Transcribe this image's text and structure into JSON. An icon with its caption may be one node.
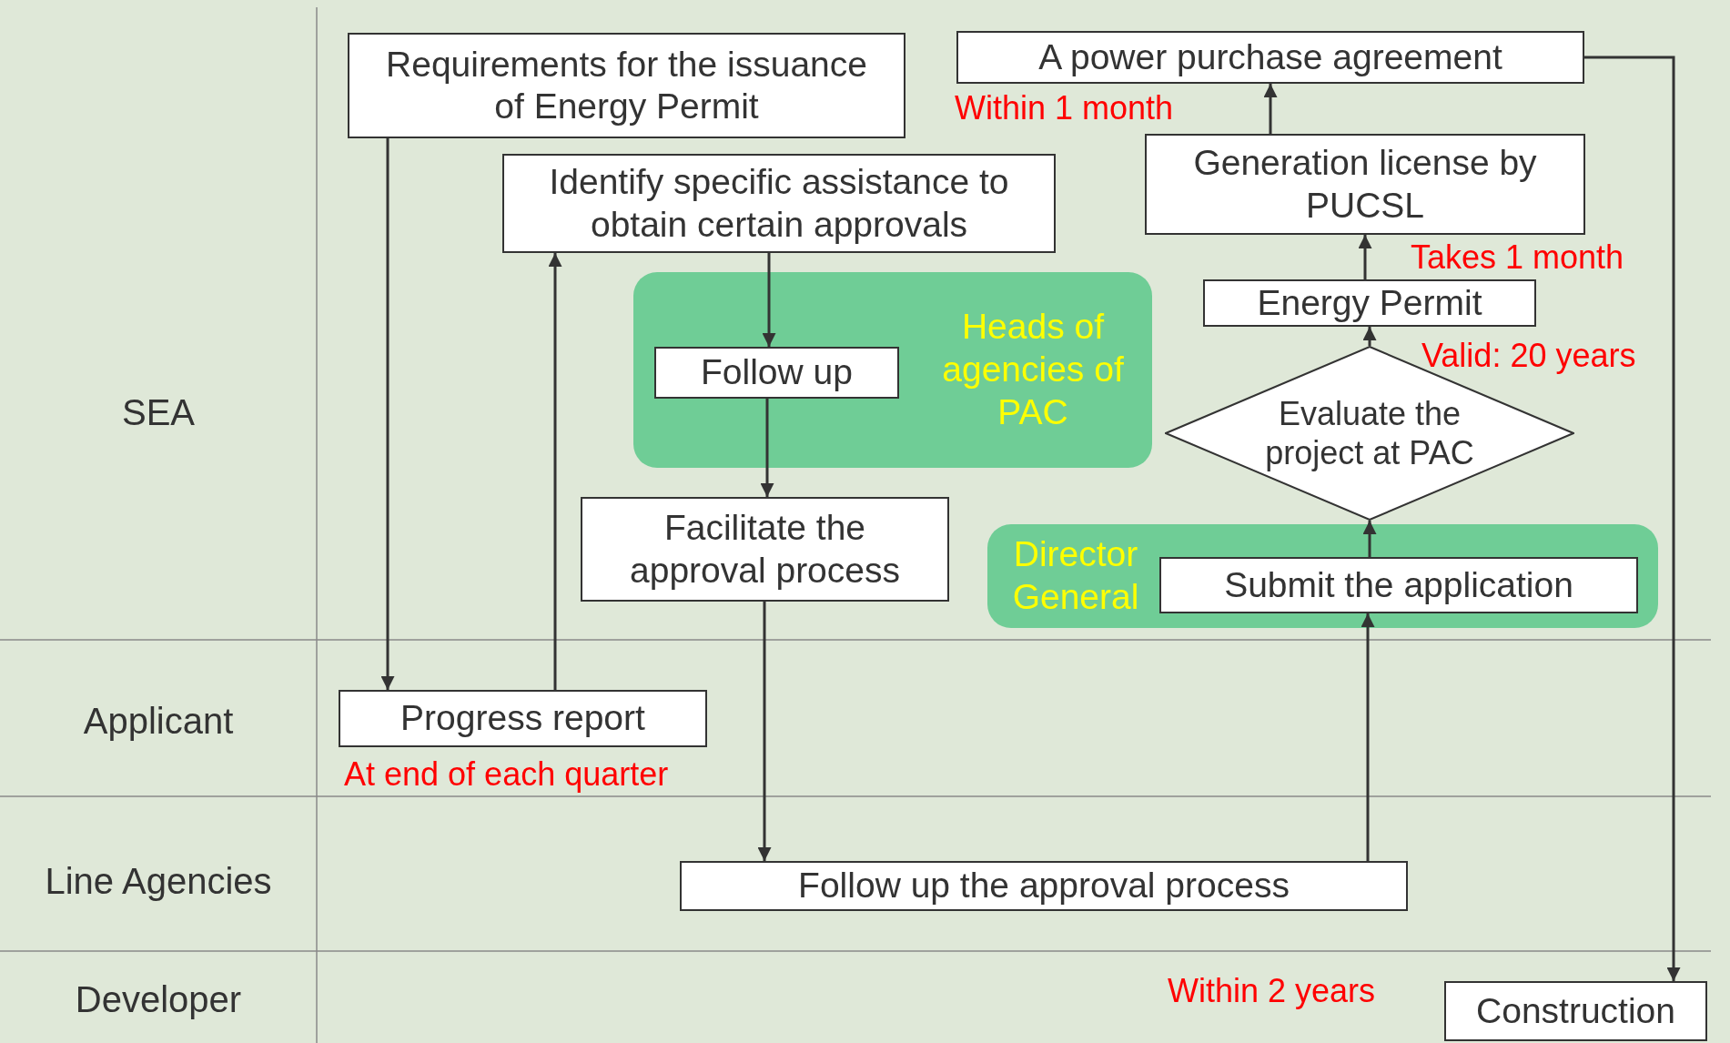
{
  "diagram": {
    "nodes": [
      {
        "text": [
          "Requirements for the issuance of Energy Permit"
        ]
      },
      {
        "text": [
          "Identify specific assistance to obtain certain approvals"
        ]
      },
      {
        "text": [
          "Heads of agencies of PAC"
        ]
      },
      {
        "text": [
          "Follow up"
        ],
        "in": 2
      },
      {
        "text": [
          "Facilitate the approval process"
        ]
      },
      {
        "text": [
          "Progress report"
        ],
        "beside": [
          "At end of each quarter"
        ]
      },
      {
        "text": [
          "Follow up the approval process"
        ]
      },
      {
        "text": [
          "A power purchase agreement"
        ],
        "beside": [
          "Within 1 month"
        ]
      },
      {
        "text": [
          "Generation license by PUCSL"
        ],
        "beside": [
          "Takes 1 month"
        ]
      },
      {
        "text": [
          "Energy Permit"
        ],
        "beside": [
          "Valid: 20 years"
        ]
      },
      {
        "text": [
          "Evaluate the project at PAC"
        ]
      },
      {
        "text": [
          "Director General"
        ]
      },
      {
        "text": [
          "Submit the application"
        ],
        "in": 11
      },
      {
        "text": [
          "Construction"
        ],
        "beside": [
          "Within 2 years"
        ]
      }
    ],
    "edges": [
      {
        "from": 0,
        "to": 5,
        "arrow": "to"
      },
      {
        "from": 5,
        "to": 1,
        "arrow": "to"
      },
      {
        "from": 1,
        "to": 3,
        "arrow": "to"
      },
      {
        "from": 3,
        "to": 4,
        "arrow": "to"
      },
      {
        "from": 4,
        "to": 6,
        "arrow": "to"
      },
      {
        "from": 6,
        "to": 12,
        "arrow": "to"
      },
      {
        "from": 12,
        "to": 10,
        "arrow": "to"
      },
      {
        "from": 10,
        "to": 9,
        "arrow": "to"
      },
      {
        "from": 9,
        "to": 8,
        "arrow": "to"
      },
      {
        "from": 8,
        "to": 7,
        "arrow": "to"
      },
      {
        "from": 7,
        "to": 13,
        "arrow": "to"
      }
    ],
    "labels": [
      "SEA",
      "Applicant",
      "Line Agencies",
      "Developer"
    ]
  }
}
